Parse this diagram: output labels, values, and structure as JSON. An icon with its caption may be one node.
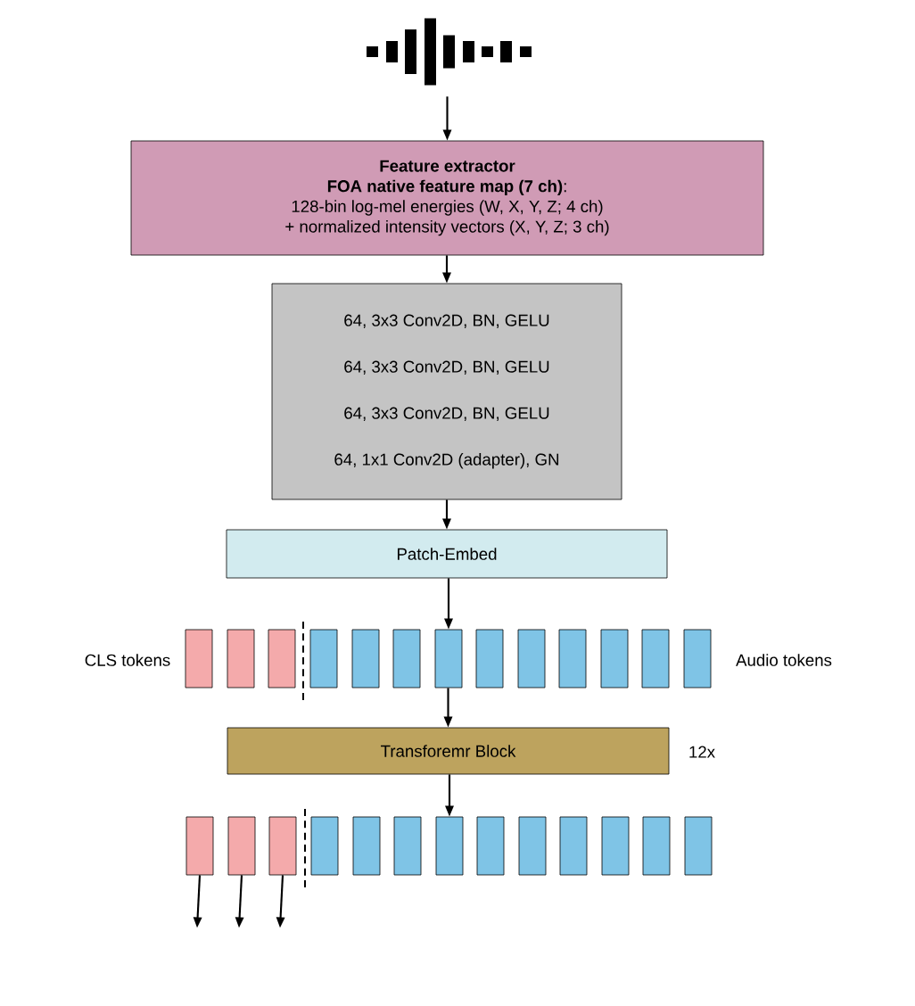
{
  "diagram": {
    "nodes": [
      {
        "text": [],
        "shape": "picture"
      },
      {
        "text": [
          "Feature extractor",
          "**FOA native feature map (7 ch)**:",
          "128-bin log-mel energies (W, X, Y, Z; 4 ch)",
          "+ normalized intensity vectors (X, Y, Z; 3 ch)"
        ]
      },
      {
        "text": [
          "64, 3x3 Conv2D, BN, GELU",
          "64, 3x3 Conv2D, BN, GELU",
          "64, 3x3 Conv2D, BN, GELU",
          "64, 1x1 Conv2D (adapter), GN"
        ]
      },
      {
        "text": [
          "Patch-Embed"
        ]
      },
      {
        "text": [],
        "shape": "box"
      },
      {
        "text": [],
        "shape": "box"
      },
      {
        "text": [],
        "shape": "box"
      },
      {
        "text": [],
        "shape": "box"
      },
      {
        "text": [],
        "shape": "box"
      },
      {
        "text": [],
        "shape": "box"
      },
      {
        "text": [],
        "shape": "box"
      },
      {
        "text": [],
        "shape": "box"
      },
      {
        "text": [],
        "shape": "box"
      },
      {
        "text": [],
        "shape": "box"
      },
      {
        "text": [],
        "shape": "box"
      },
      {
        "text": [],
        "shape": "box"
      },
      {
        "text": [],
        "shape": "box"
      },
      {
        "text": [
          "Transforemr Block"
        ],
        "beside": [
          "12x"
        ]
      },
      {
        "text": [],
        "shape": "box"
      },
      {
        "text": [],
        "shape": "box"
      },
      {
        "text": [],
        "shape": "box"
      },
      {
        "text": [],
        "shape": "box"
      },
      {
        "text": [],
        "shape": "box"
      },
      {
        "text": [],
        "shape": "box"
      },
      {
        "text": [],
        "shape": "box"
      },
      {
        "text": [],
        "shape": "box"
      },
      {
        "text": [],
        "shape": "box"
      },
      {
        "text": [],
        "shape": "box"
      },
      {
        "text": [],
        "shape": "box"
      },
      {
        "text": [],
        "shape": "box"
      },
      {
        "text": [],
        "shape": "box"
      }
    ],
    "edges": [
      {
        "from": 0,
        "to": 1,
        "arrow": "to"
      },
      {
        "from": 1,
        "to": 2,
        "arrow": "to"
      },
      {
        "from": 2,
        "to": 3,
        "arrow": "to"
      },
      {
        "from": 3,
        "to": 10,
        "arrow": "to"
      },
      {
        "from": 10,
        "to": 17,
        "arrow": "to"
      },
      {
        "from": 17,
        "to": 24,
        "arrow": "to"
      },
      {
        "from": 18,
        "to": null,
        "arrow": "to"
      },
      {
        "from": 19,
        "to": null,
        "arrow": "to"
      },
      {
        "from": 20,
        "to": null,
        "arrow": "to"
      }
    ],
    "labels": [
      "CLS tokens",
      "Audio tokens"
    ]
  }
}
